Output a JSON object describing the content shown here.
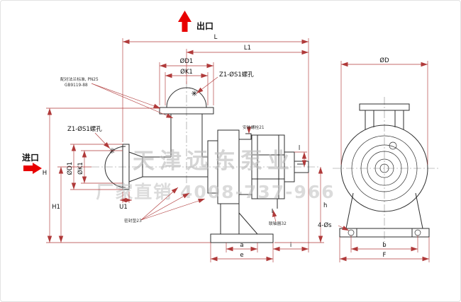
{
  "flow": {
    "outlet_label": "出口",
    "inlet_label": "进口"
  },
  "watermark": {
    "brand": "天津远东泵业",
    "hotline": "厂家直销 4008-737-966"
  },
  "notes": {
    "flange_spec_line1": "配对法兰标准, PN25",
    "flange_spec_line2": "GB9119-88",
    "mounting_bolt": "安装螺栓21",
    "coupling": "联轴器32",
    "seal_gasket": "密封垫23"
  },
  "dims": {
    "L": "L",
    "L1": "L1",
    "D1_top": "ØD1",
    "K1_top": "ØK1",
    "bolts_top": "Z1-ØS1螺孔",
    "bolts_left": "Z1-ØS1螺孔",
    "D1_left": "ØD1",
    "K1_left": "ØK1",
    "H": "H",
    "H1": "H1",
    "U1": "U1",
    "l": "l",
    "h": "h",
    "a": "a",
    "e": "e",
    "i": "i",
    "D": "ØD",
    "s4": "4-Øs",
    "b": "b",
    "F": "F"
  },
  "colors": {
    "dimension_line": "#b03a3a",
    "flow_arrow": "#e80000",
    "outline": "#2e2e2e",
    "watermark": "#bcbcbc"
  }
}
